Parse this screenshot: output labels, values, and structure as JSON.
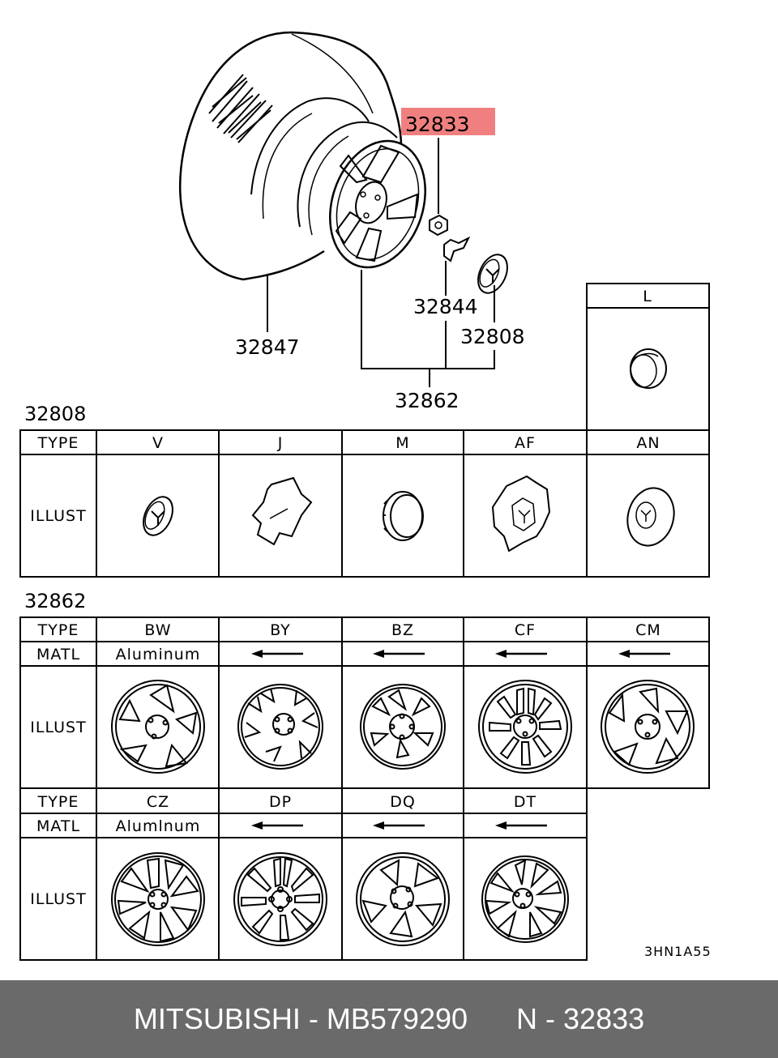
{
  "diagram": {
    "callouts": {
      "highlight": "32833",
      "lug_nut_clip": "32844",
      "center_cap": "32808",
      "tire": "32847",
      "wheel_assy": "32862"
    },
    "highlight_color": "#f08080",
    "cap_table": {
      "section_label": "32808",
      "type_label": "TYPE",
      "illust_label": "ILLUST",
      "columns": [
        "V",
        "J",
        "M",
        "AF",
        "AN"
      ],
      "extra_column": "L"
    },
    "wheel_table": {
      "section_label": "32862",
      "type_label": "TYPE",
      "matl_label": "MATL",
      "illust_label": "ILLUST",
      "row1_columns": [
        "BW",
        "BY",
        "BZ",
        "CF",
        "CM"
      ],
      "row2_columns": [
        "CZ",
        "DP",
        "DQ",
        "DT"
      ],
      "material": "Aluminum",
      "material_alt": "Alumlnum"
    },
    "drawing_code": "3HN1A55"
  },
  "footer": {
    "brand": "MITSUBISHI",
    "part_number": "MB579290",
    "ref": "N - 32833",
    "background": "#6a6a6a"
  }
}
